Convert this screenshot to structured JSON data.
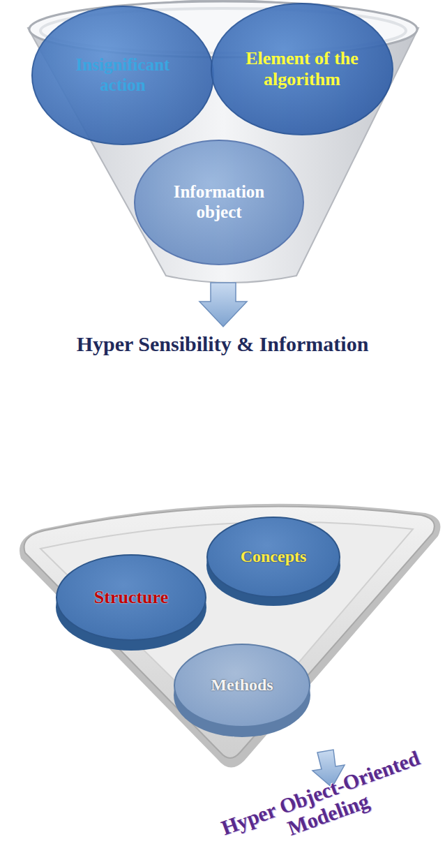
{
  "diagram": {
    "nodes": [
      {
        "text": [
          "Insignificant action"
        ]
      },
      {
        "text": [
          "Element of the algorithm"
        ]
      },
      {
        "text": [
          "Information object"
        ]
      },
      {
        "text": [
          "Structure"
        ]
      },
      {
        "text": [
          "Concepts"
        ]
      },
      {
        "text": [
          "Methods"
        ]
      }
    ],
    "labels": [
      "Hyper Sensibility & Information",
      "Hyper Object-Oriented Modeling"
    ]
  }
}
